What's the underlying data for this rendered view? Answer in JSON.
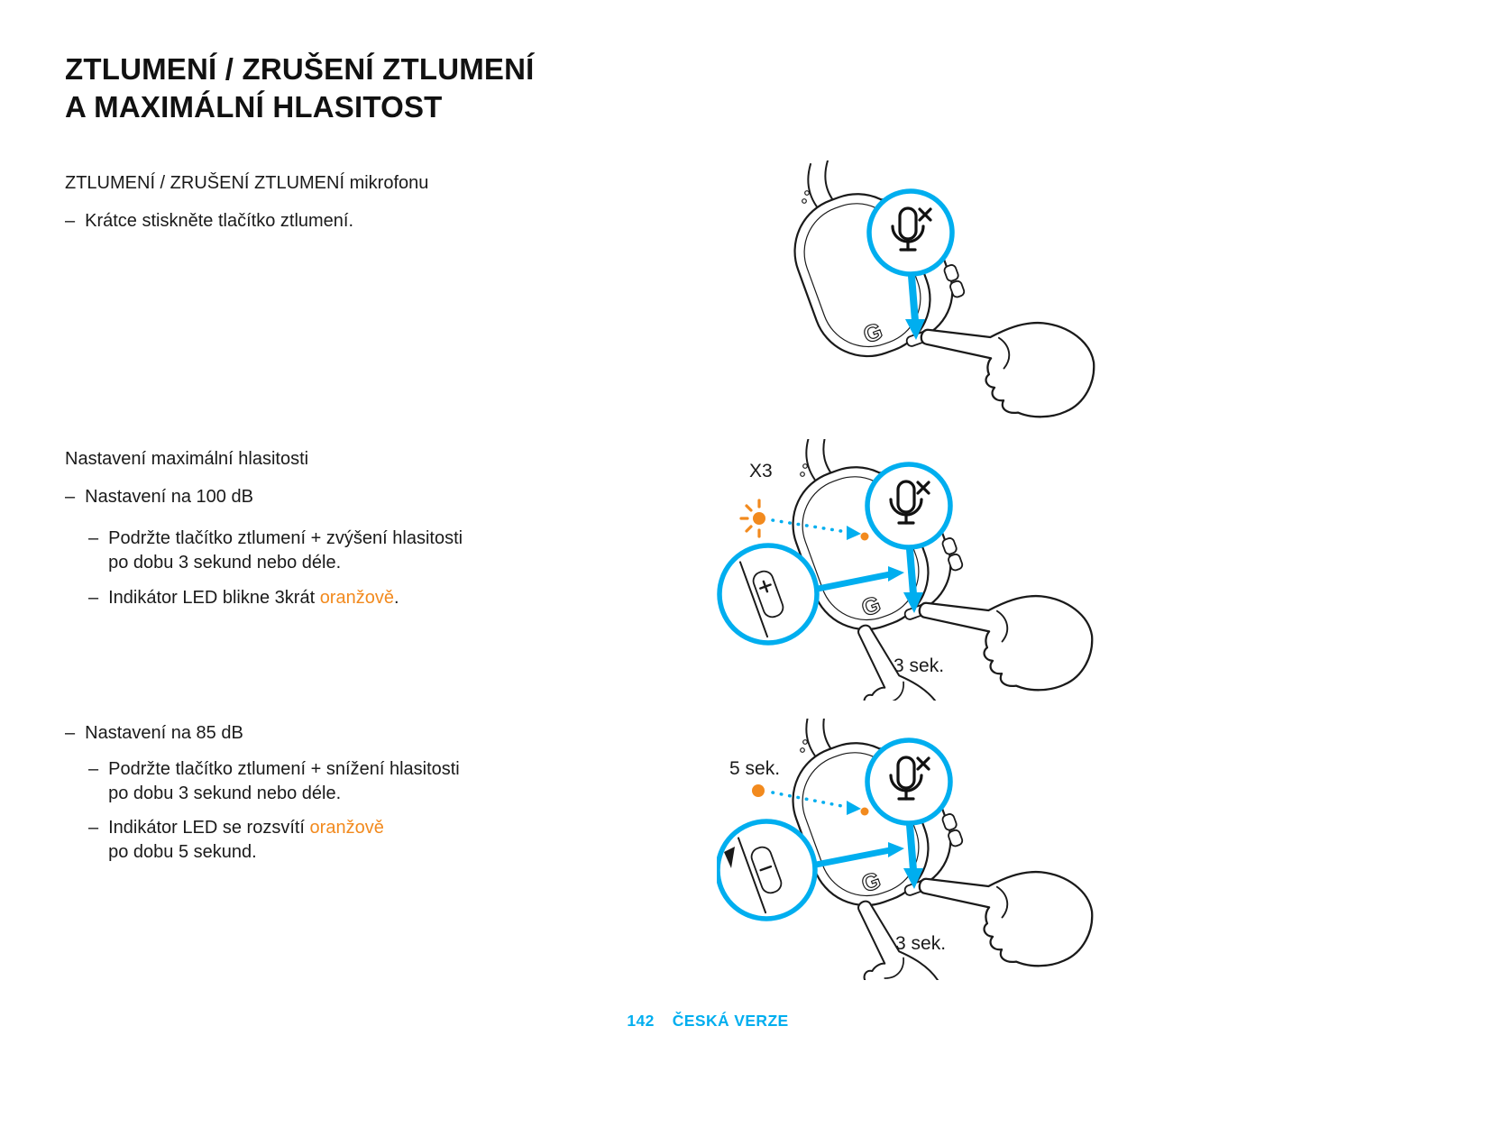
{
  "colors": {
    "blue": "#00AEEF",
    "orange": "#F28A1E",
    "ink": "#1a1a1a"
  },
  "title": {
    "line1": "ZTLUMENÍ / ZRUŠENÍ ZTLUMENÍ",
    "line2": "A MAXIMÁLNÍ HLASITOST"
  },
  "bullet_marker": "–",
  "mute_section": {
    "heading": "ZTLUMENÍ / ZRUŠENÍ ZTLUMENÍ mikrofonu",
    "step": "Krátce stiskněte tlačítko ztlumení."
  },
  "volume_section": {
    "heading": "Nastavení maximální hlasitosti",
    "mode_100": {
      "label": "Nastavení na 100 dB",
      "hold_line1": "Podržte tlačítko ztlumení + zvýšení hlasitosti",
      "hold_line2": "po dobu 3 sekund nebo déle.",
      "led_prefix": "Indikátor LED blikne 3krát ",
      "led_orange": "oranžově",
      "led_suffix": "."
    },
    "mode_85": {
      "label": "Nastavení na 85 dB",
      "hold_line1": "Podržte tlačítko ztlumení + snížení hlasitosti",
      "hold_line2": "po dobu 3 sekund nebo déle.",
      "led_prefix": "Indikátor LED se rozsvítí ",
      "led_orange": "oranžově",
      "led_line2": "po dobu 5 sekund."
    }
  },
  "figures": {
    "logo_letter": "G",
    "fig_100": {
      "blink_label": "X3",
      "hold_label": "3 sek."
    },
    "fig_85": {
      "glow_label": "5 sek.",
      "hold_label": "3 sek."
    }
  },
  "footer": {
    "page_number": "142",
    "edition": "ČESKÁ VERZE"
  }
}
